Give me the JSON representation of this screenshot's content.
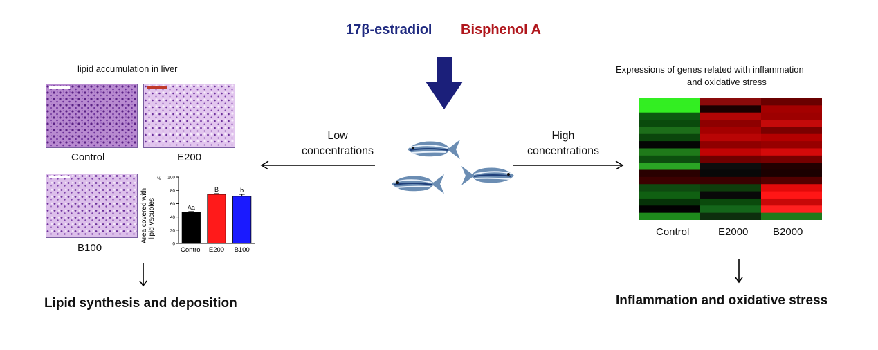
{
  "compounds": {
    "estradiol": "17β-estradiol",
    "bisphenol": "Bisphenol A"
  },
  "colors": {
    "estradiol": "#1f2a80",
    "bisphenol": "#b0161c",
    "arrow_down": "#1b1f7a",
    "histo_bg": "#d9b8e6",
    "histo_dot": "#6b2f9a"
  },
  "icons": {
    "main_arrow": "big-down-arrow-icon",
    "fish": "zebrafish-icon"
  },
  "left_panel": {
    "heading": "lipid accumulation in liver",
    "images": {
      "a": "Control",
      "b": "E200",
      "c": "B100"
    },
    "arrow_text": [
      "Low",
      "concentrations"
    ],
    "outcome": "Lipid synthesis and deposition"
  },
  "right_panel": {
    "heading_line1": "Expressions of genes related with inflammation",
    "heading_line2": "and oxidative stress",
    "arrow_text": [
      "High",
      "concentrations"
    ],
    "columns": [
      "Control",
      "E2000",
      "B2000"
    ],
    "outcome": "Inflammation and oxidative stress"
  },
  "chart_data": {
    "type": "bar",
    "ylabel_line1": "Area covered with",
    "ylabel_line2": "lipid vacuoles",
    "yaxis_unit": "%",
    "ylim": [
      0,
      100
    ],
    "yticks": [
      0,
      20,
      40,
      60,
      80,
      100
    ],
    "categories": [
      "Control",
      "E200",
      "B100"
    ],
    "values": [
      47,
      74,
      71
    ],
    "errors": [
      1,
      1,
      3
    ],
    "bar_colors": [
      "#000000",
      "#ff1a1a",
      "#1a1aff"
    ],
    "annotations": [
      "Aa",
      "B",
      "b"
    ]
  }
}
